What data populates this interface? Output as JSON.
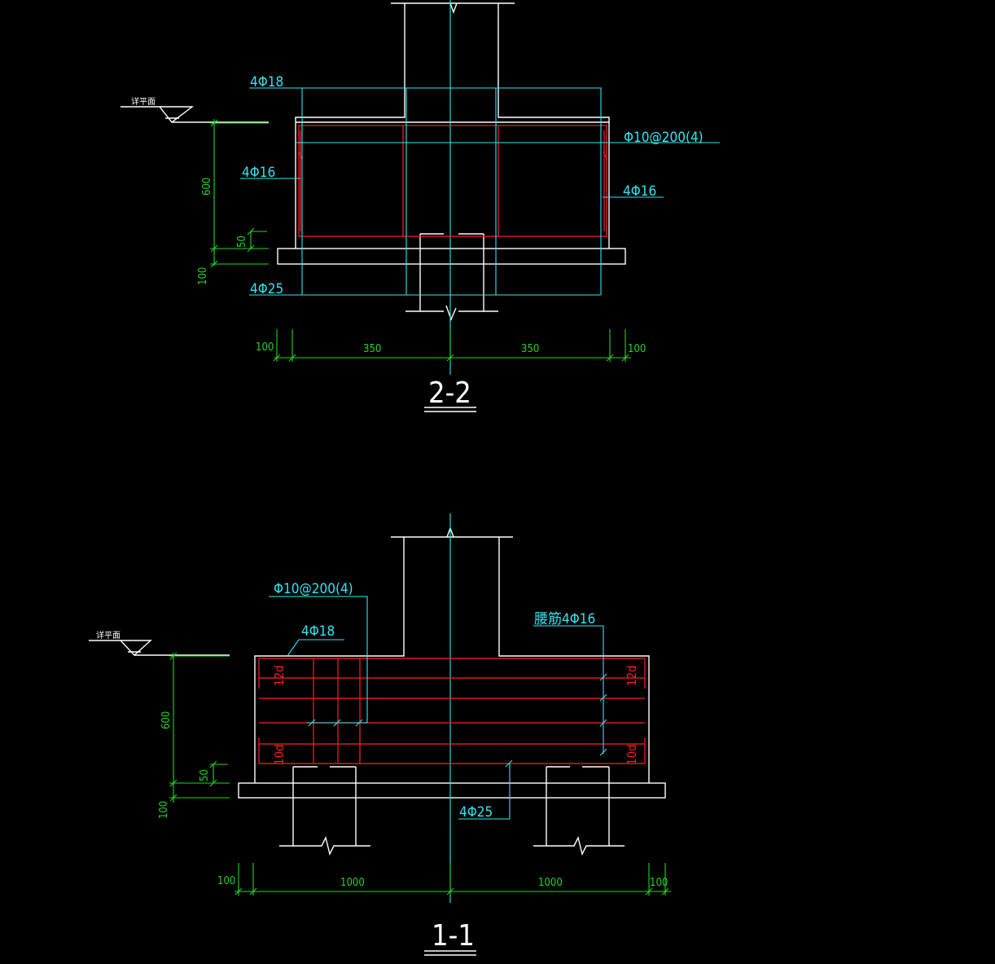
{
  "section_2_2": {
    "title": "2-2",
    "ground_label": "详平面",
    "labels": {
      "top_bars": "4Φ18",
      "stirrup": "Φ10@200(4)",
      "side_bars_left": "4Φ16",
      "side_bars_right": "4Φ16",
      "bottom_bars": "4Φ25"
    },
    "dims_vertical": {
      "height": "600",
      "cover": "50",
      "pad": "100"
    },
    "dims_horizontal": [
      "100",
      "350",
      "350",
      "100"
    ]
  },
  "section_1_1": {
    "title": "1-1",
    "ground_label": "详平面",
    "labels": {
      "stirrup": "Φ10@200(4)",
      "top_bars": "4Φ18",
      "waist_bars": "腰筋4Φ16",
      "bottom_bars": "4Φ25",
      "anchor_top_left": "12d",
      "anchor_top_right": "12d",
      "anchor_bottom_left": "10d",
      "anchor_bottom_right": "10d"
    },
    "dims_vertical": {
      "height": "600",
      "cover": "50",
      "pad": "100"
    },
    "dims_horizontal": [
      "100",
      "1000",
      "1000",
      "100"
    ]
  }
}
